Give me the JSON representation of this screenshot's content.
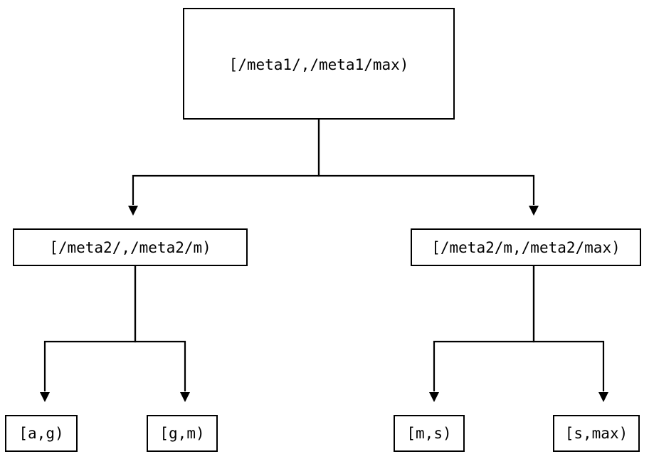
{
  "diagram": {
    "type": "binary-tree",
    "title_visible": false,
    "background_color": "#ffffff",
    "stroke_color": "#000000",
    "text_color": "#000000",
    "nodes": {
      "root": {
        "id": "root",
        "label": "[/meta1/,/meta1/max)",
        "level": 0
      },
      "mid_left": {
        "id": "mid-left",
        "label": "[/meta2/,/meta2/m)",
        "level": 1
      },
      "mid_right": {
        "id": "mid-right",
        "label": "[/meta2/m,/meta2/max)",
        "level": 1
      },
      "leaf_1": {
        "id": "leaf-a-g",
        "label": "[a,g)",
        "level": 2
      },
      "leaf_2": {
        "id": "leaf-g-m",
        "label": "[g,m)",
        "level": 2
      },
      "leaf_3": {
        "id": "leaf-m-s",
        "label": "[m,s)",
        "level": 2
      },
      "leaf_4": {
        "id": "leaf-s-max",
        "label": "[s,max)",
        "level": 2
      }
    },
    "edges": [
      {
        "from": "root",
        "to": "mid-left",
        "arrow": true
      },
      {
        "from": "root",
        "to": "mid-right",
        "arrow": true
      },
      {
        "from": "mid-left",
        "to": "leaf-a-g",
        "arrow": true
      },
      {
        "from": "mid-left",
        "to": "leaf-g-m",
        "arrow": true
      },
      {
        "from": "mid-right",
        "to": "leaf-m-s",
        "arrow": true
      },
      {
        "from": "mid-right",
        "to": "leaf-s-max",
        "arrow": true
      }
    ]
  }
}
